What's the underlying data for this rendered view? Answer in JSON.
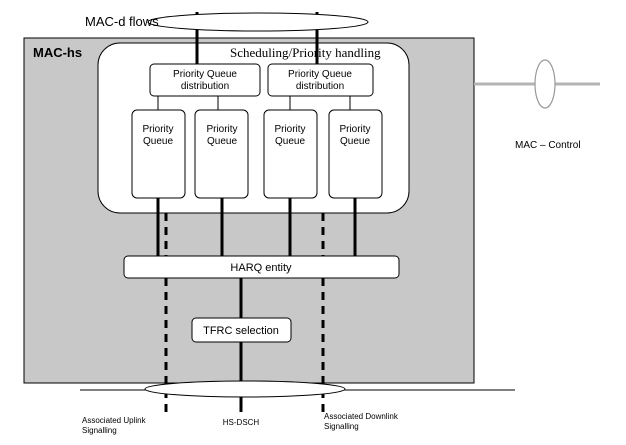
{
  "title_label": "MAC-d flows",
  "mac_hs_label": "MAC-hs",
  "scheduling_label": "Scheduling/Priority handling",
  "pq_distribution": [
    {
      "line1": "Priority Queue",
      "line2": "distribution"
    },
    {
      "line1": "Priority Queue",
      "line2": "distribution"
    }
  ],
  "priority_queues": [
    {
      "line1": "Priority",
      "line2": "Queue"
    },
    {
      "line1": "Priority",
      "line2": "Queue"
    },
    {
      "line1": "Priority",
      "line2": "Queue"
    },
    {
      "line1": "Priority",
      "line2": "Queue"
    }
  ],
  "harq_label": "HARQ entity",
  "tfrc_label": "TFRC selection",
  "mac_control_label": "MAC – Control",
  "bottom_labels": {
    "uplink_line1": "Associated Uplink",
    "uplink_line2": "Signalling",
    "hsdsch": "HS-DSCH",
    "downlink_line1": "Associated Downlink",
    "downlink_line2": "Signalling"
  },
  "colors": {
    "mac_hs_fill": "#c8c8c8",
    "box_fill": "#ffffff",
    "stroke": "#000000",
    "control_line": "#b4b4b4"
  }
}
